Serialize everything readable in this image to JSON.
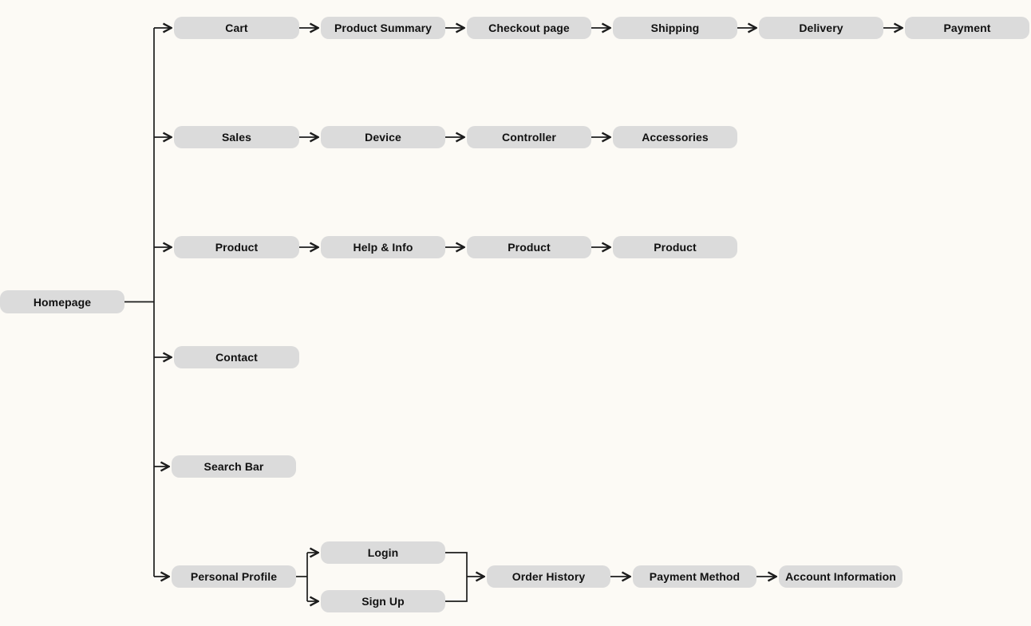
{
  "colors": {
    "background": "#FCFAF5",
    "node_fill": "#DBDBDB",
    "node_text": "#111111",
    "connector": "#1C1C1C"
  },
  "diagram": {
    "type": "sitemap-flowchart",
    "root": {
      "label": "Homepage"
    },
    "branches": [
      {
        "nodes": [
          "Cart",
          "Product Summary",
          "Checkout page",
          "Shipping",
          "Delivery",
          "Payment"
        ]
      },
      {
        "nodes": [
          "Sales",
          "Device",
          "Controller",
          "Accessories"
        ]
      },
      {
        "nodes": [
          "Product",
          "Help & Info",
          "Product",
          "Product"
        ]
      },
      {
        "nodes": [
          "Contact"
        ]
      },
      {
        "nodes": [
          "Search Bar"
        ]
      },
      {
        "nodes": [
          "Personal Profile"
        ],
        "sub_branches": [
          {
            "nodes": [
              "Login"
            ]
          },
          {
            "nodes": [
              "Sign Up"
            ]
          }
        ],
        "merged_nodes": [
          "Order History",
          "Payment Method",
          "Account Information"
        ]
      }
    ]
  }
}
